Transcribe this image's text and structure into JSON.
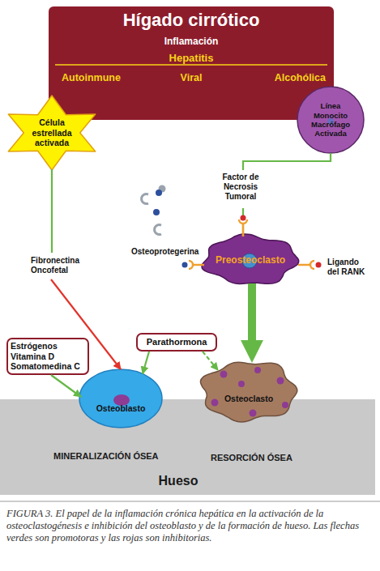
{
  "diagram": {
    "caption": "FIGURA 3. El papel de la inflamación crónica hepática en la activación de la osteoclastogénesis e inhibición del osteoblasto y de la formación de hueso. Las flechas verdes son promotoras y las rojas son inhibitorias.",
    "nodes": [
      {
        "text": [
          "Hígado cirrótico",
          "Inflamación",
          "Hepatitis",
          "Autoinmune",
          "Viral",
          "Alcohólica"
        ]
      },
      {
        "text": [
          "Célula estrellada activada"
        ]
      },
      {
        "text": [
          "Línea Monocito Macrófago Activada"
        ]
      },
      {
        "text": [
          "Preosteoclasto"
        ]
      },
      {
        "text": [
          "Estrógenos Vitamina D Somatomedina C"
        ]
      },
      {
        "text": [
          "Parathormona"
        ]
      },
      {
        "text": [
          "Osteoblasto"
        ]
      },
      {
        "text": [
          "Osteoclasto"
        ]
      },
      {
        "text": [
          "MINERALIZACIÓN ÓSEA",
          "RESORCIÓN ÓSEA",
          "Hueso"
        ]
      }
    ],
    "edges": [
      {
        "from": 1,
        "to": 6,
        "label": "Fibronectina Oncofetal",
        "arrow": "to"
      },
      {
        "from": 2,
        "to": 3,
        "label": "Factor de Necrosis Tumoral",
        "arrow": "none"
      },
      {
        "from": 3,
        "to": 7,
        "arrow": "to"
      },
      {
        "from": 4,
        "to": 6,
        "arrow": "to"
      },
      {
        "from": 5,
        "to": 6,
        "arrow": "to"
      },
      {
        "from": 5,
        "to": 7,
        "arrow": "to"
      }
    ],
    "labels": [
      "Osteoprotegerina",
      "Ligando del RANK"
    ]
  }
}
